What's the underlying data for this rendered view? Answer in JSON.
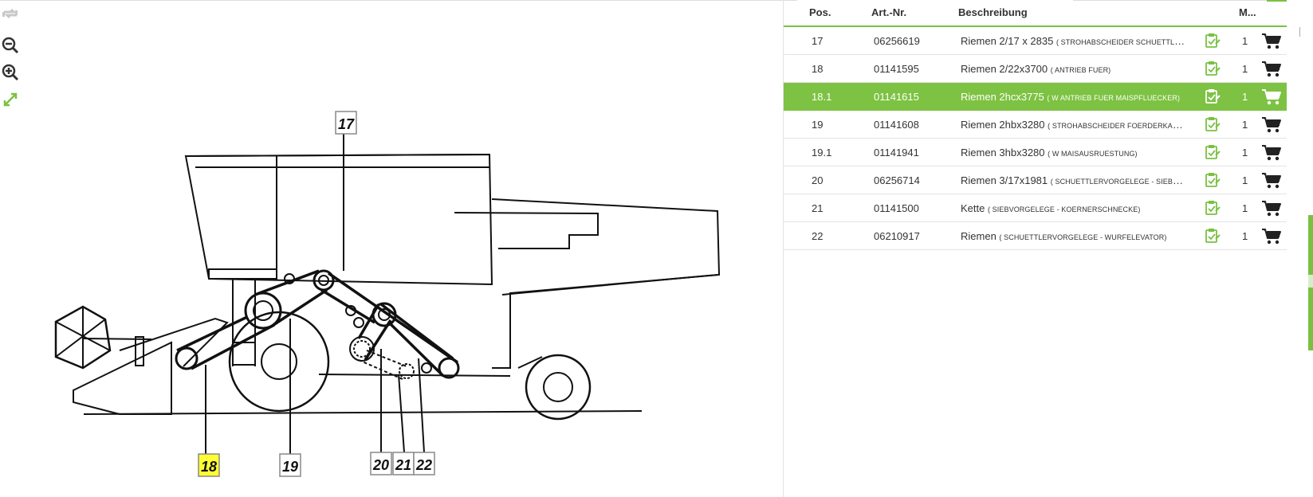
{
  "toolbar": {
    "icons": [
      "rotate-icon",
      "zoom-out-icon",
      "zoom-in-icon",
      "fullscreen-icon"
    ]
  },
  "drawing": {
    "callouts": [
      "17",
      "18",
      "19",
      "20",
      "21",
      "22"
    ],
    "highlighted_callout": "18"
  },
  "table": {
    "headers": {
      "pos": "Pos.",
      "art": "Art.-Nr.",
      "desc": "Beschreibung",
      "qty": "M..."
    },
    "rows": [
      {
        "pos": "17",
        "art": "06256619",
        "name": "Riemen 2/17 x 2835",
        "note": "( STROHABSCHEIDER SCHUETTLERVORG...",
        "qty": "1"
      },
      {
        "pos": "18",
        "art": "01141595",
        "name": "Riemen 2/22x3700",
        "note": "( ANTRIEB FUER)",
        "qty": "1"
      },
      {
        "pos": "18.1",
        "art": "01141615",
        "name": "Riemen 2hcx3775",
        "note": "( W ANTRIEB FUER MAISPFLUECKER)",
        "qty": "1"
      },
      {
        "pos": "19",
        "art": "01141608",
        "name": "Riemen 2hbx3280",
        "note": "( STROHABSCHEIDER FOERDERKANAL)",
        "qty": "1"
      },
      {
        "pos": "19.1",
        "art": "01141941",
        "name": "Riemen 3hbx3280",
        "note": "( W MAISAUSRUESTUNG)",
        "qty": "1"
      },
      {
        "pos": "20",
        "art": "06256714",
        "name": "Riemen 3/17x1981",
        "note": "( SCHUETTLERVORGELEGE - SIEBVORGELE...",
        "qty": "1"
      },
      {
        "pos": "21",
        "art": "01141500",
        "name": "Kette",
        "note": "( SIEBVORGELEGE - KOERNERSCHNECKE)",
        "qty": "1"
      },
      {
        "pos": "22",
        "art": "06210917",
        "name": "Riemen",
        "note": "( SCHUETTLERVORGELEGE - WURFELEVATOR)",
        "qty": "1"
      }
    ],
    "selected_pos": "18.1"
  },
  "colors": {
    "accent": "#7ac143",
    "selected_row": "#7dc242",
    "highlight": "#ffff33"
  }
}
